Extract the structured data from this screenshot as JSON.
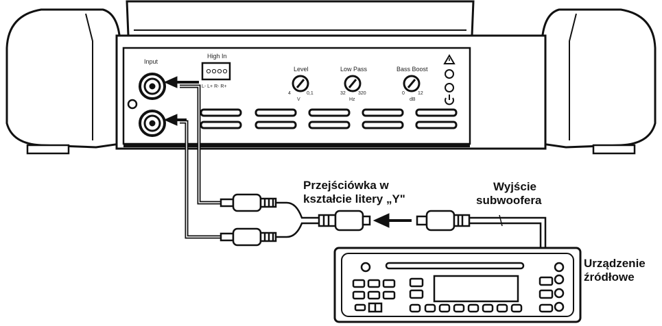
{
  "amp_panel": {
    "input_label": "Input",
    "high_in_label": "High In",
    "high_in_pins": "L-  L+  R-  R+",
    "level_label": "Level",
    "level_min": "4",
    "level_max": "0,1",
    "level_unit": "V",
    "lowpass_label": "Low Pass",
    "lowpass_min": "32",
    "lowpass_max": "320",
    "lowpass_unit": "Hz",
    "bassboost_label": "Bass Boost",
    "bassboost_min": "0",
    "bassboost_max": "12",
    "bassboost_unit": "dB"
  },
  "callouts": {
    "y_adapter_line1": "Przejściówka w",
    "y_adapter_line2": "kształcie litery „Y\"",
    "sub_out_line1": "Wyjście",
    "sub_out_line2": "subwoofera",
    "source_line1": "Urządzenie",
    "source_line2": "źródłowe"
  }
}
